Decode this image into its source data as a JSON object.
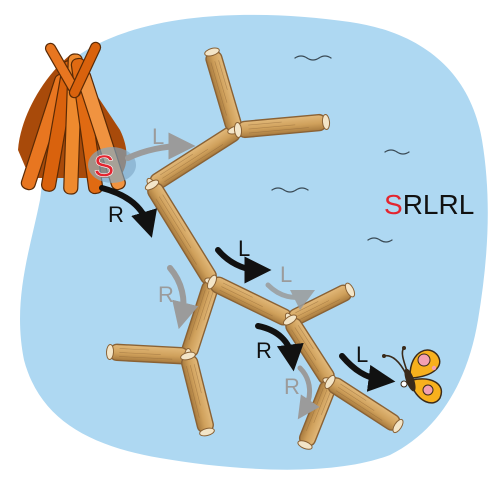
{
  "start_label": "S",
  "sequence": {
    "first": "S",
    "rest": "RLRL"
  },
  "turn_labels": {
    "start_left": "L",
    "start_right": "R",
    "second_left": "L",
    "second_left_faded": "L",
    "second_right_faded": "R",
    "third_right": "R",
    "fourth_left": "L",
    "fourth_right_faded": "R"
  },
  "colors": {
    "water": "#aed8f2",
    "stick": "#d5a964",
    "stick_dark": "#8a6235",
    "stick_end": "#f3e5c8",
    "wood_pile": "#e06a12",
    "wood_pile_dark": "#a84a0a",
    "start_marker": "#e3252f",
    "active_arrow": "#111111",
    "faded_arrow": "#9b9b9b",
    "butterfly_wing": "#f7b01d",
    "butterfly_spot": "#f3a0b0",
    "butterfly_body": "#3a2a1a"
  },
  "icons": [
    "wood-pile-icon",
    "butterfly-icon",
    "wave-icon"
  ]
}
